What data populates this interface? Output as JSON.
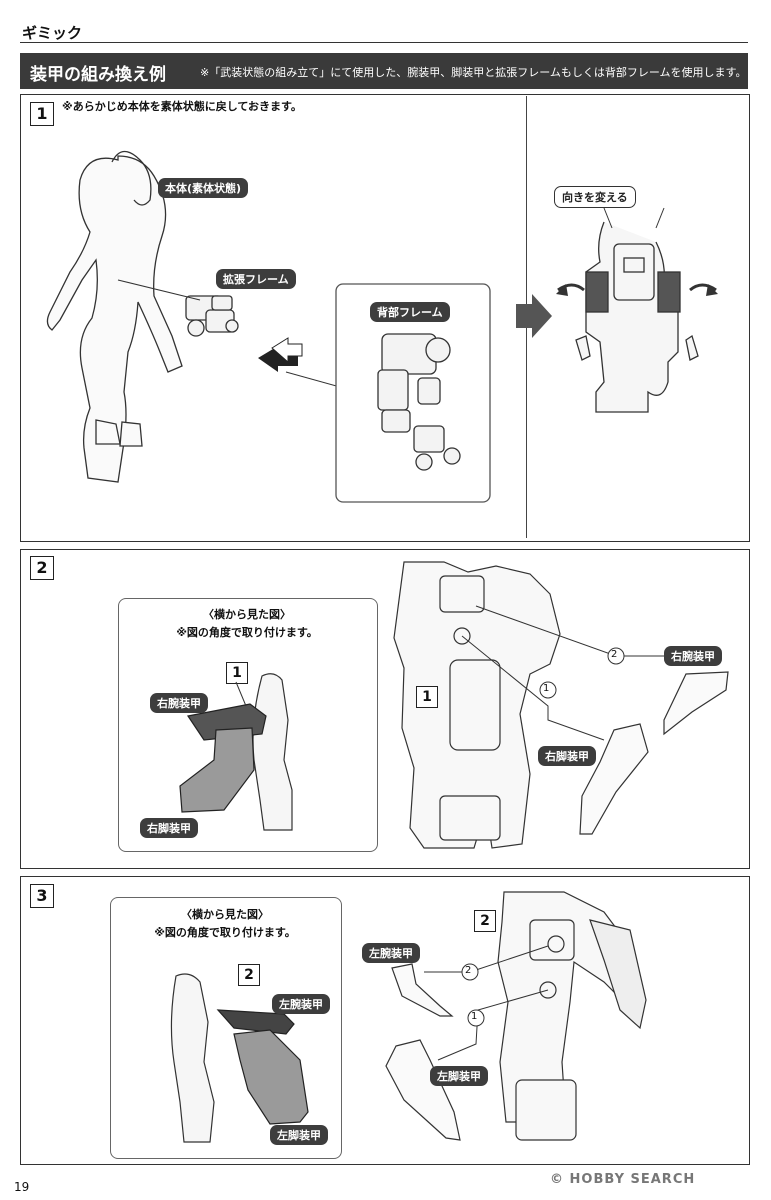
{
  "section_title": "ギミック",
  "banner": {
    "title": "装甲の組み換え例",
    "note": "※「武装状態の組み立て」にて使用した、腕装甲、脚装甲と拡張フレームもしくは背部フレームを使用します。"
  },
  "step1": {
    "number": "1",
    "note": "※あらかじめ本体を素体状態に戻しておきます。",
    "label_body": "本体(素体状態)",
    "label_ext_frame": "拡張フレーム",
    "label_back_frame": "背部フレーム",
    "label_turn": "向きを変える"
  },
  "step2": {
    "number": "2",
    "inset_title": "〈横から見た図〉",
    "inset_note": "※図の角度で取り付けます。",
    "inset_step": "1",
    "label_arm": "右腕装甲",
    "label_leg": "右脚装甲",
    "main_step": "1",
    "order_arm": "2",
    "order_leg": "1",
    "label_arm_main": "右腕装甲",
    "label_leg_main": "右脚装甲"
  },
  "step3": {
    "number": "3",
    "inset_title": "〈横から見た図〉",
    "inset_note": "※図の角度で取り付けます。",
    "inset_step": "2",
    "label_arm": "左腕装甲",
    "label_leg": "左脚装甲",
    "main_step": "2",
    "order_arm": "2",
    "order_leg": "1",
    "label_arm_main": "左腕装甲",
    "label_leg_main": "左脚装甲"
  },
  "page_number": "19",
  "watermark": "© HOBBY SEARCH"
}
